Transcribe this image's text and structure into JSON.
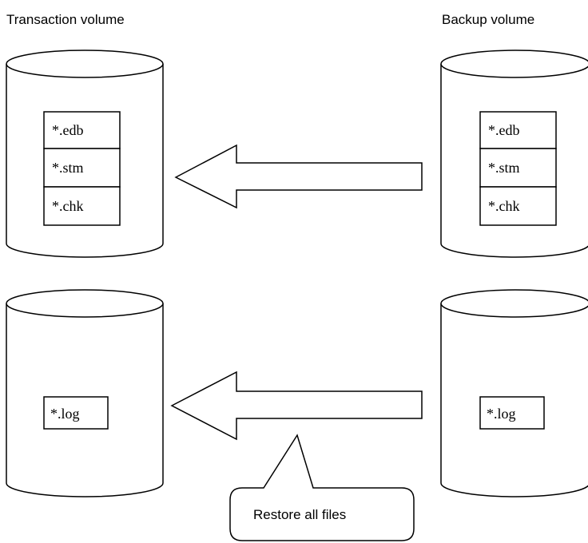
{
  "headers": {
    "left": "Transaction volume",
    "right": "Backup volume"
  },
  "top_row": {
    "transaction_files": [
      "*.edb",
      "*.stm",
      "*.chk"
    ],
    "backup_files": [
      "*.edb",
      "*.stm",
      "*.chk"
    ]
  },
  "bottom_row": {
    "transaction_files": [
      "*.log"
    ],
    "backup_files": [
      "*.log"
    ]
  },
  "callout": {
    "text": "Restore all files"
  }
}
